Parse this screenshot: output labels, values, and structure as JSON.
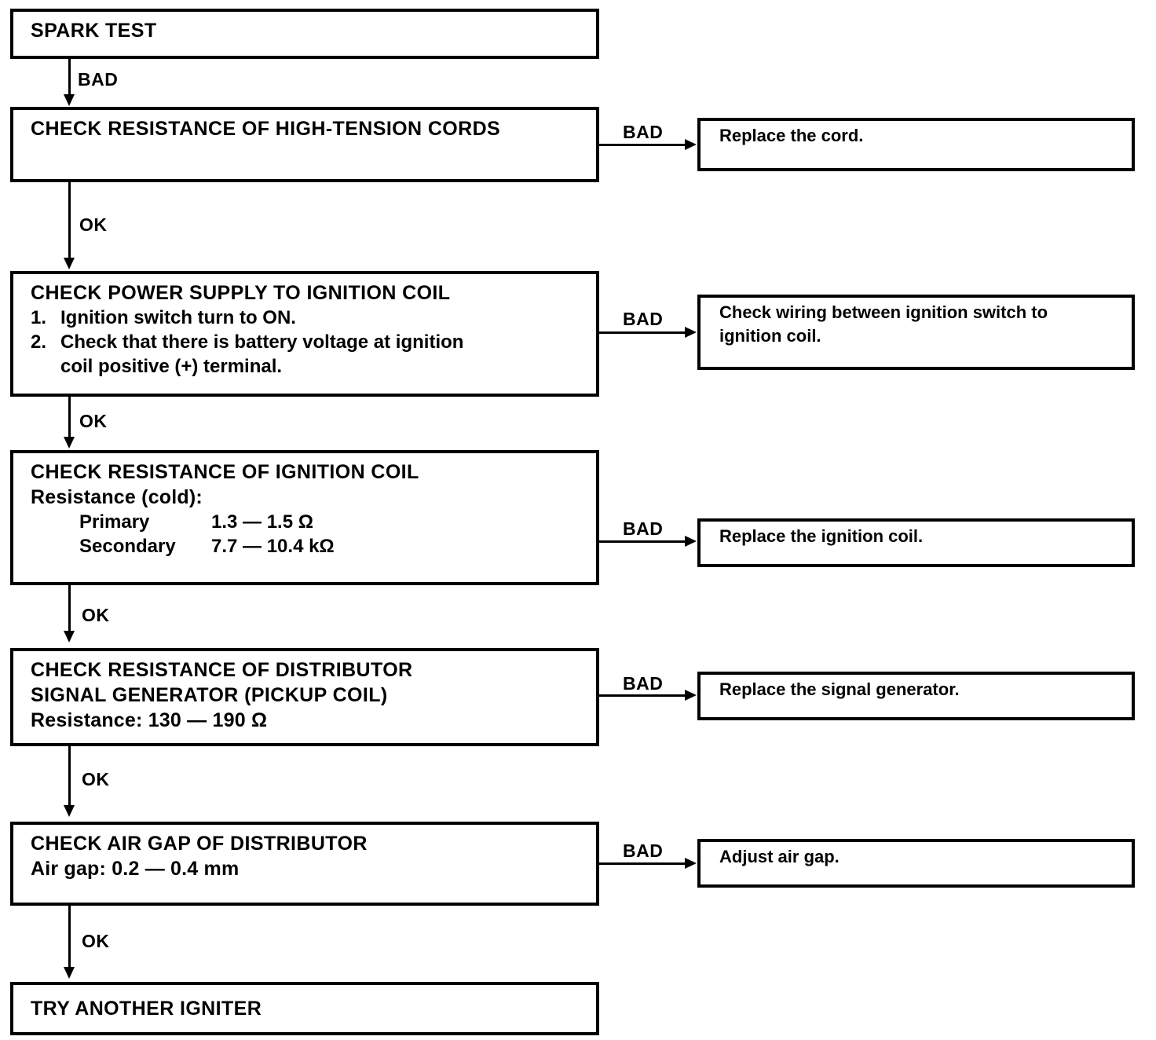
{
  "diagram": {
    "type": "flowchart",
    "title": "Ignition system troubleshooting flowchart",
    "colors": {
      "ink": "#000000",
      "paper": "#ffffff"
    },
    "main_steps": [
      {
        "id": "spark-test",
        "title": "SPARK TEST",
        "lines": [],
        "list": [],
        "pairs": []
      },
      {
        "id": "check-high-tension-cords",
        "title": "CHECK RESISTANCE OF HIGH-TENSION CORDS",
        "lines": [],
        "list": [],
        "pairs": []
      },
      {
        "id": "check-power-supply",
        "title": "CHECK POWER SUPPLY TO IGNITION COIL",
        "lines": [],
        "list": [
          {
            "num": "1.",
            "text": "Ignition switch turn to ON."
          },
          {
            "num": "2.",
            "text": "Check that there is battery voltage at ignition"
          },
          {
            "num": "",
            "text": "coil positive (+) terminal."
          }
        ],
        "pairs": []
      },
      {
        "id": "check-ignition-coil-resistance",
        "title": "CHECK RESISTANCE OF IGNITION COIL",
        "lines": [
          "Resistance (cold):"
        ],
        "list": [],
        "pairs": [
          {
            "key": "Primary",
            "value": "1.3 — 1.5 Ω"
          },
          {
            "key": "Secondary",
            "value": "7.7 — 10.4 kΩ"
          }
        ]
      },
      {
        "id": "check-signal-generator-resistance",
        "title": "CHECK RESISTANCE OF DISTRIBUTOR",
        "title2": "SIGNAL GENERATOR (PICKUP COIL)",
        "lines": [
          "Resistance:    130 — 190 Ω"
        ],
        "list": [],
        "pairs": []
      },
      {
        "id": "check-air-gap",
        "title": "CHECK AIR GAP OF DISTRIBUTOR",
        "lines": [
          "Air gap:   0.2 — 0.4 mm"
        ],
        "list": [],
        "pairs": []
      },
      {
        "id": "try-another-igniter",
        "title": "TRY ANOTHER IGNITER",
        "lines": [],
        "list": [],
        "pairs": []
      }
    ],
    "remedies": [
      {
        "id": "replace-cord",
        "line1": "Replace the cord.",
        "line2": ""
      },
      {
        "id": "check-wiring",
        "line1": "Check wiring between ignition switch to",
        "line2": "ignition coil."
      },
      {
        "id": "replace-ignition-coil",
        "line1": "Replace the ignition coil.",
        "line2": ""
      },
      {
        "id": "replace-signal-generator",
        "line1": "Replace the signal generator.",
        "line2": ""
      },
      {
        "id": "adjust-air-gap",
        "line1": "Adjust air gap.",
        "line2": ""
      }
    ],
    "edge_labels": {
      "bad": "BAD",
      "ok": "OK"
    },
    "vertical_edges": [
      {
        "from": "spark-test",
        "to": "check-high-tension-cords",
        "label": "BAD"
      },
      {
        "from": "check-high-tension-cords",
        "to": "check-power-supply",
        "label": "OK"
      },
      {
        "from": "check-power-supply",
        "to": "check-ignition-coil-resistance",
        "label": "OK"
      },
      {
        "from": "check-ignition-coil-resistance",
        "to": "check-signal-generator-resistance",
        "label": "OK"
      },
      {
        "from": "check-signal-generator-resistance",
        "to": "check-air-gap",
        "label": "OK"
      },
      {
        "from": "check-air-gap",
        "to": "try-another-igniter",
        "label": "OK"
      }
    ],
    "branch_edges": [
      {
        "from": "check-high-tension-cords",
        "to": "replace-cord",
        "label": "BAD"
      },
      {
        "from": "check-power-supply",
        "to": "check-wiring",
        "label": "BAD"
      },
      {
        "from": "check-ignition-coil-resistance",
        "to": "replace-ignition-coil",
        "label": "BAD"
      },
      {
        "from": "check-signal-generator-resistance",
        "to": "replace-signal-generator",
        "label": "BAD"
      },
      {
        "from": "check-air-gap",
        "to": "adjust-air-gap",
        "label": "BAD"
      }
    ]
  }
}
